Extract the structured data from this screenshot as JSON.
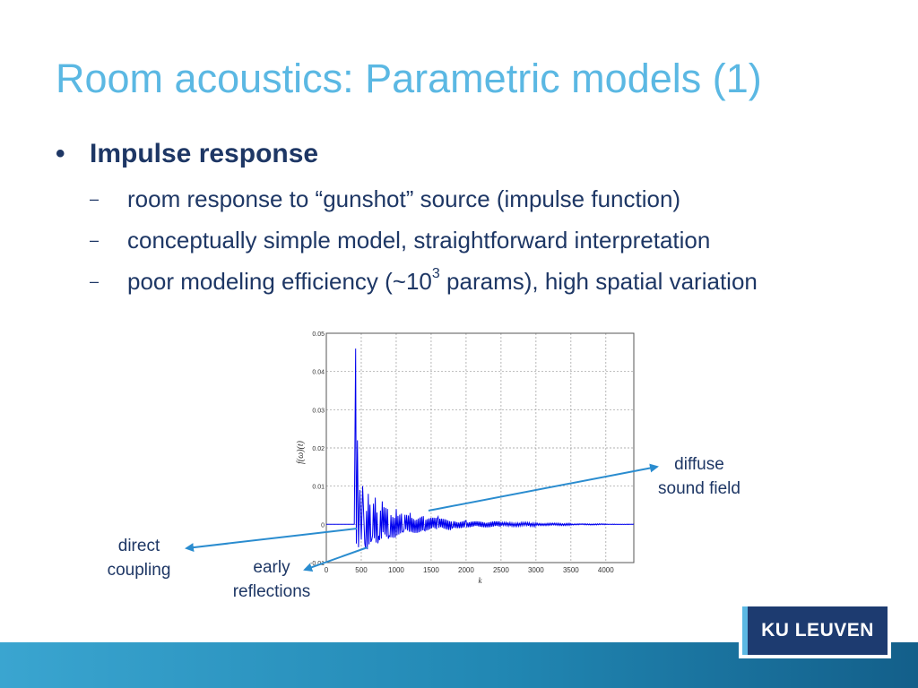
{
  "title": "Room acoustics: Parametric models (1)",
  "bullet": {
    "symbol": "•",
    "text": "Impulse response",
    "subitems": [
      {
        "dash": "–",
        "text": "room response to “gunshot” source (impulse function)"
      },
      {
        "dash": "–",
        "text": "conceptually simple model, straightforward interpretation"
      },
      {
        "dash": "–",
        "text_before": "poor modeling efficiency (~10",
        "superscript": "3",
        "text_after": " params), high spatial variation"
      }
    ]
  },
  "annotations": {
    "diffuse_line1": "diffuse",
    "diffuse_line2": "sound field",
    "direct_line1": "direct",
    "direct_line2": "coupling",
    "early_line1": "early",
    "early_line2": "reflections"
  },
  "logo_text": "KU LEUVEN",
  "colors": {
    "title": "#5bb8e3",
    "text": "#1e3765",
    "arrow": "#2a8ccf",
    "signal": "#0000ee"
  },
  "chart_data": {
    "type": "line",
    "xlabel": "k",
    "ylabel": "f(ω)(t)",
    "xlim": [
      0,
      4400
    ],
    "ylim": [
      -0.01,
      0.05
    ],
    "xticks": [
      0,
      500,
      1000,
      1500,
      2000,
      2500,
      3000,
      3500,
      4000
    ],
    "yticks": [
      0.05,
      0.04,
      0.03,
      0.02,
      0.01,
      0,
      -0.01
    ],
    "ytick_labels": [
      "0.05",
      "0.04",
      "0.03",
      "0.02",
      "0.01",
      "0",
      "-0.01"
    ],
    "grid": true,
    "series": [
      {
        "x": [
          0,
          400,
          420,
          430,
          445,
          460,
          480,
          500,
          520,
          550,
          600,
          650,
          700,
          750,
          800,
          900,
          1000,
          1100,
          1200,
          1400,
          1600,
          1800,
          2000,
          2500,
          3000,
          3500,
          4000,
          4400
        ],
        "y": [
          0,
          0,
          0.046,
          -0.005,
          0.022,
          -0.006,
          0.009,
          -0.004,
          0.01,
          -0.005,
          0.008,
          -0.004,
          0.007,
          -0.003,
          0.006,
          -0.003,
          0.004,
          -0.002,
          0.003,
          -0.0015,
          0.002,
          -0.001,
          0.001,
          0.0006,
          0.0004,
          0.0002,
          0.0001,
          0
        ]
      }
    ]
  }
}
